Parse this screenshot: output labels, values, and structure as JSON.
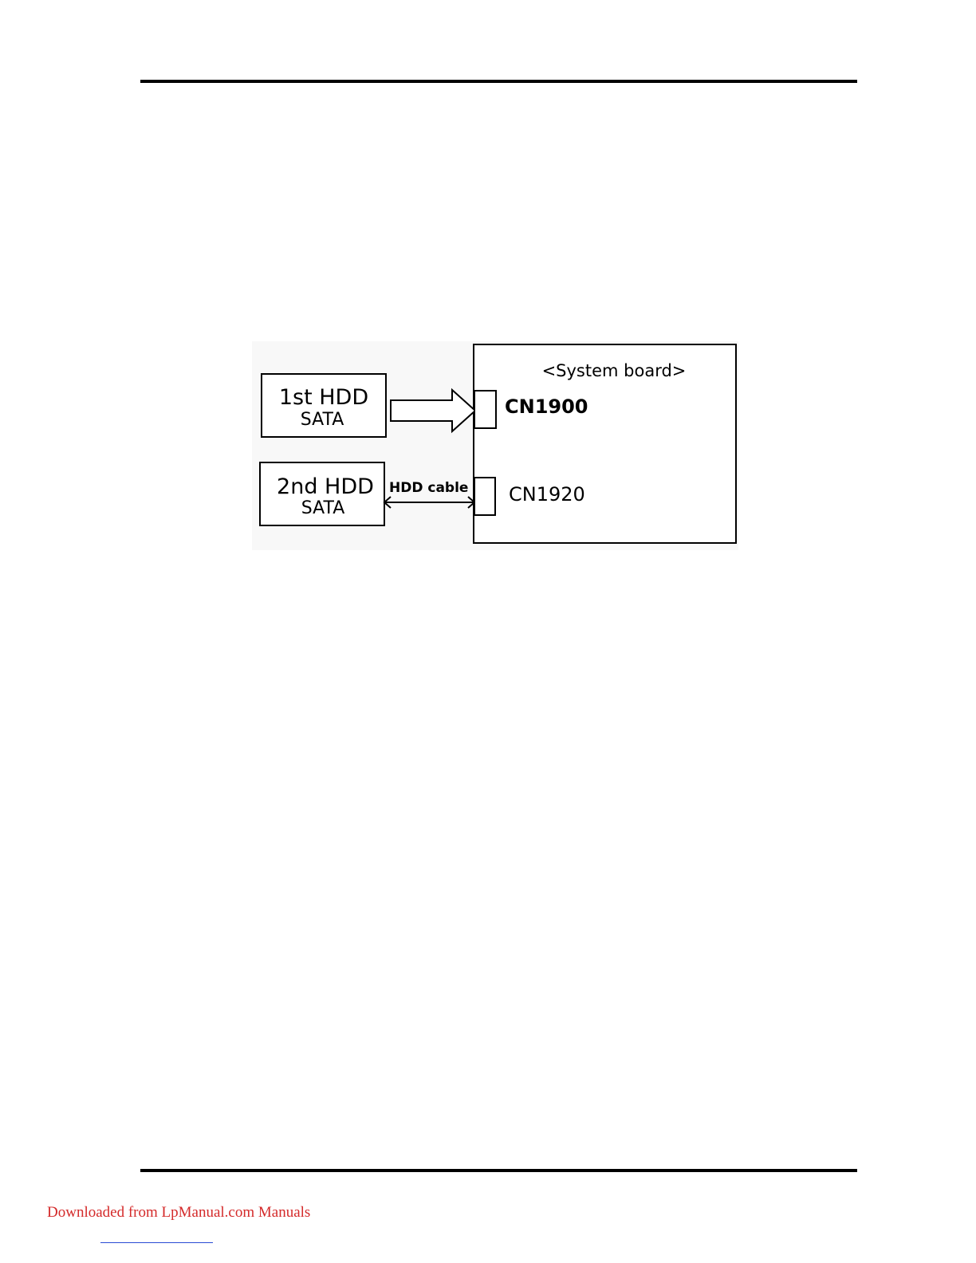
{
  "diagram": {
    "system_board_label": "<System board>",
    "hdd1_line1": "1st HDD",
    "hdd1_line2": "SATA",
    "hdd2_line1": "2nd HDD",
    "hdd2_line2": "SATA",
    "cable_label": "HDD cable",
    "connector1": "CN1900",
    "connector2": "CN1920"
  },
  "footer": {
    "link_text": "Downloaded from LpManual.com Manuals"
  }
}
